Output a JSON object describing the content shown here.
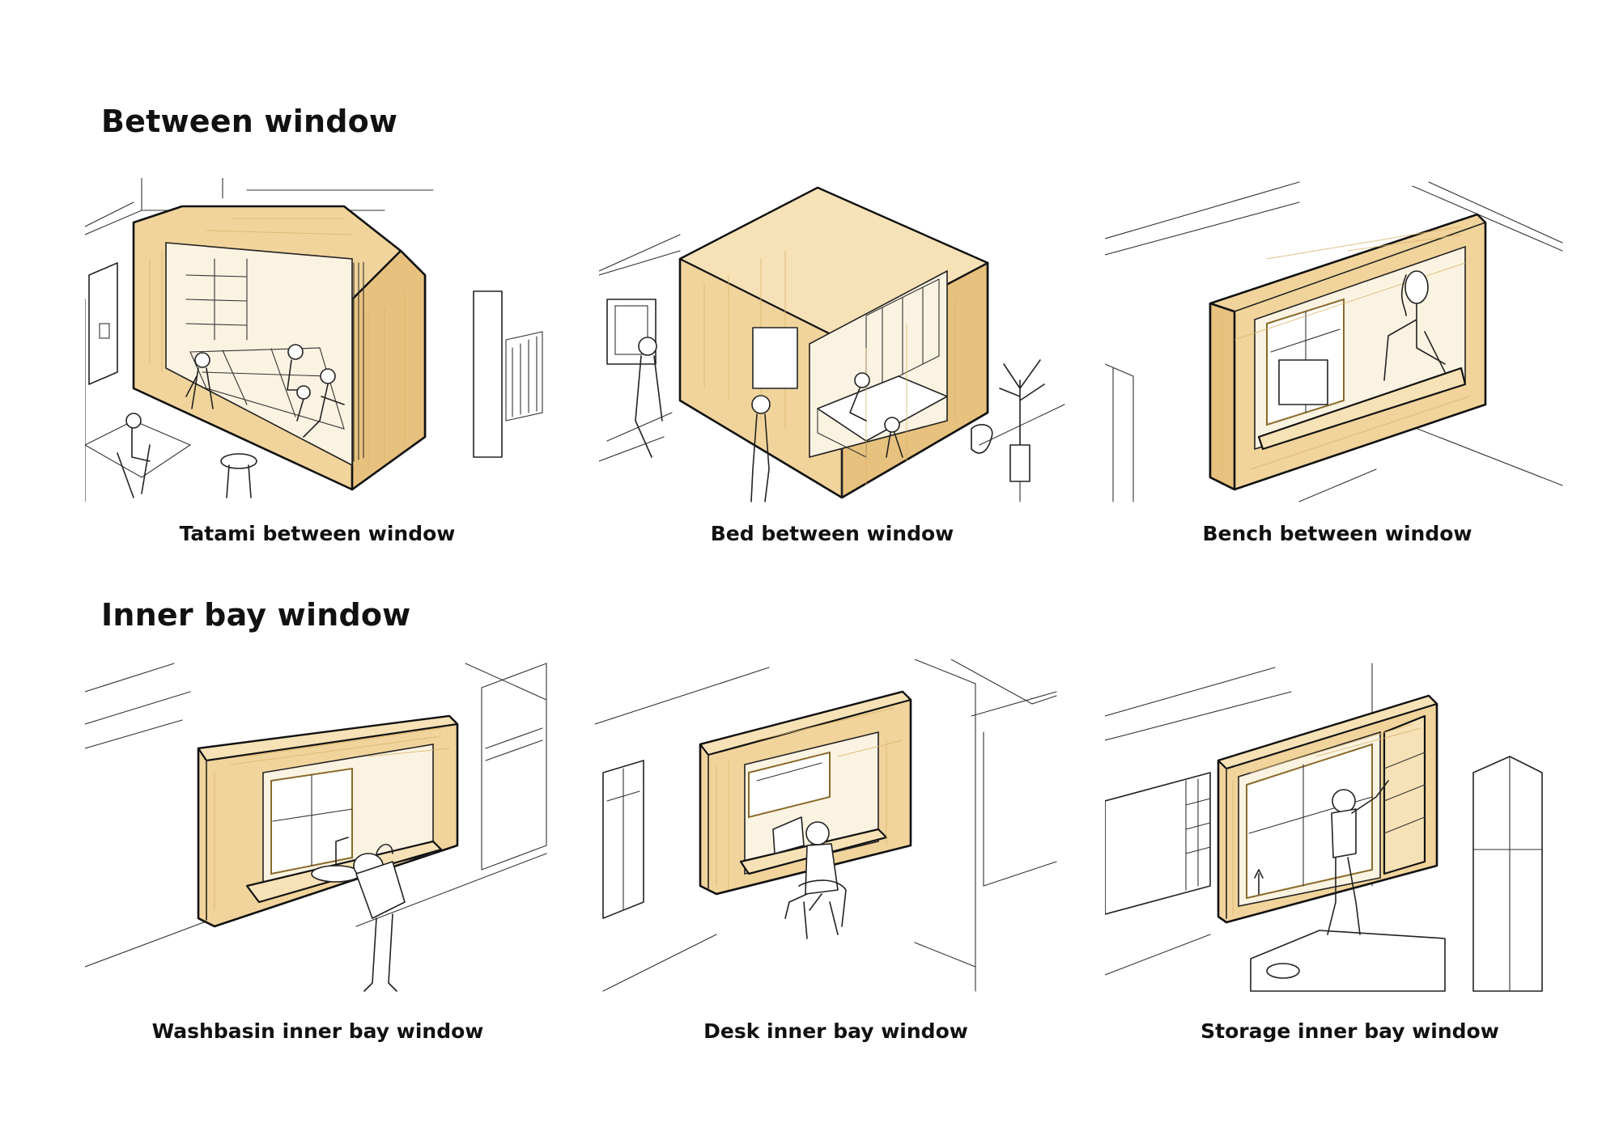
{
  "sections": [
    {
      "title": "Between window",
      "items": [
        {
          "caption": "Tatami between window"
        },
        {
          "caption": "Bed between window"
        },
        {
          "caption": "Bench between window"
        }
      ]
    },
    {
      "title": "Inner bay window",
      "items": [
        {
          "caption": "Washbasin inner bay window"
        },
        {
          "caption": "Desk inner bay window"
        },
        {
          "caption": "Storage inner bay window"
        }
      ]
    }
  ],
  "colors": {
    "wood": "#f1d49c",
    "wood_shadow": "#e7c27e",
    "line": "#222222",
    "background": "#ffffff"
  }
}
